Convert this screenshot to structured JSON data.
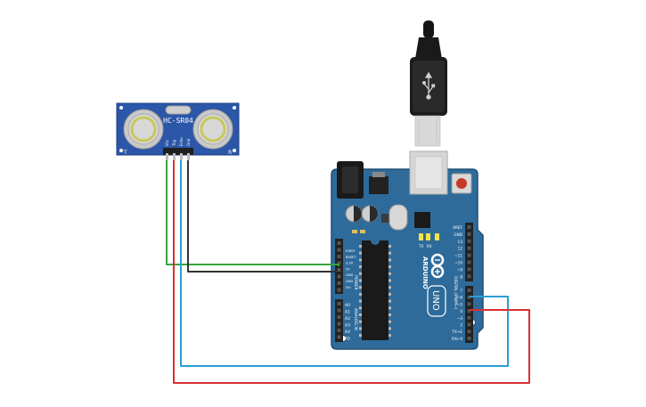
{
  "sensor": {
    "model": "HC-SR04",
    "left_mark": "T",
    "right_mark": "R",
    "pins": [
      "Vcc",
      "Trig",
      "Echo",
      "Gnd"
    ]
  },
  "arduino": {
    "brand": "ARDUINO",
    "model": "UNO",
    "digital_label": "DIGITAL (PWM~)",
    "power_label": "POWER",
    "analog_label": "ANALOG IN",
    "tx_label": "TX",
    "rx_label": "RX",
    "reset_label": "RESET",
    "power_pins": [
      "IOREF",
      "RESET",
      "3.3V",
      "5V",
      "GND",
      "GND",
      "Vin"
    ],
    "analog_pins": [
      "A0",
      "A1",
      "A2",
      "A3",
      "A4",
      "A5"
    ],
    "digital_pins_top": [
      "AREF",
      "GND",
      "13",
      "12",
      "~11",
      "~10",
      "~9",
      "8"
    ],
    "digital_pins_bottom": [
      "7",
      "~6",
      "~5",
      "4",
      "~3",
      "2",
      "TX→1",
      "RX←0"
    ]
  },
  "usb": {
    "label": "USB"
  },
  "colors": {
    "board": "#2f6b9a",
    "board_edge": "#1f4e73",
    "sensor_pcb": "#2c56a8",
    "wire_green": "#3aa53a",
    "wire_black": "#333333",
    "wire_blue": "#2a9fd6",
    "wire_red": "#d93030",
    "header": "#222222",
    "chip": "#1a1a1a"
  }
}
